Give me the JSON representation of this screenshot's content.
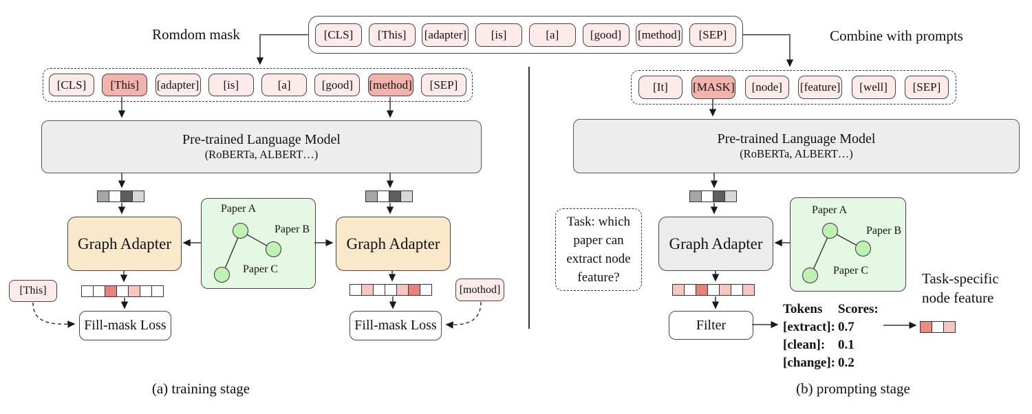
{
  "a": {
    "caption": "(a) training stage",
    "mask_label": "Romdom mask",
    "top_tokens": [
      "[CLS]",
      "[This]",
      "[adapter]",
      "[is]",
      "[a]",
      "[good]",
      "[method]",
      "[SEP]"
    ],
    "masked_row": [
      "[CLS]",
      "[This]",
      "[adapter]",
      "[is]",
      "[a]",
      "[good]",
      "[method]",
      "[SEP]"
    ],
    "masked_indices": [
      1,
      6
    ],
    "plm_title": "Pre-trained Language Model",
    "plm_subtitle": "(RoBERTa, ALBERT…)",
    "adapter_label": "Graph Adapter",
    "loss_label": "Fill-mask Loss",
    "label_this": "[This]",
    "label_mothod": "[mothod]",
    "paper_a": "Paper A",
    "paper_b": "Paper B",
    "paper_c": "Paper C"
  },
  "b": {
    "caption": "(b) prompting stage",
    "combine_label": "Combine with prompts",
    "prompt_tokens": [
      "[It]",
      "[MASK]",
      "[node]",
      "[feature]",
      "[well]",
      "[SEP]"
    ],
    "masked_indices": [
      1
    ],
    "plm_title": "Pre-trained Language Model",
    "plm_subtitle": "(RoBERTa, ALBERT…)",
    "adapter_label": "Graph Adapter",
    "task_lines": [
      "Task: which",
      "paper can",
      "extract node",
      "feature?"
    ],
    "filter_label": "Filter",
    "tokens_header": "Tokens",
    "scores_header": "Scores:",
    "scores": [
      {
        "token": "[extract]:",
        "value": "0.7"
      },
      {
        "token": "[clean]:",
        "value": "0.1"
      },
      {
        "token": "[change]:",
        "value": "0.2"
      }
    ],
    "feature_label_lines": [
      "Task-specific",
      "node feature"
    ],
    "paper_a": "Paper A",
    "paper_b": "Paper B",
    "paper_c": "Paper C"
  },
  "embeddings": {
    "plm_output": [
      "#a6a6a6",
      "#ffffff",
      "#5e5e5e",
      "#d6d6d6"
    ],
    "a_adapter_out_left": [
      "#ffffff",
      "#ffffff",
      "#e8837b",
      "#ffffff",
      "#f6c6c1",
      "#ffffff",
      "#ffffff"
    ],
    "a_adapter_out_right": [
      "#ffffff",
      "#f6c6c1",
      "#ffffff",
      "#ffffff",
      "#f6c6c1",
      "#e8837b",
      "#ffffff"
    ],
    "b_adapter_out": [
      "#f6c6c1",
      "#ffffff",
      "#e8837b",
      "#ffffff",
      "#f6c6c1",
      "#ffffff",
      "#f6c6c1"
    ],
    "task_feature": [
      "#ec8d84",
      "#ffffff",
      "#f6c6c1"
    ]
  },
  "colors": {
    "token_fill": "#fcebe9",
    "masked_token_fill": "#f2b3ac",
    "adapter_tan": "#f9e8c9",
    "adapter_gray": "#ececec",
    "plm_gray": "#ededed",
    "graph_green": "#e5f8e3",
    "node_green": "#bff0b4"
  }
}
